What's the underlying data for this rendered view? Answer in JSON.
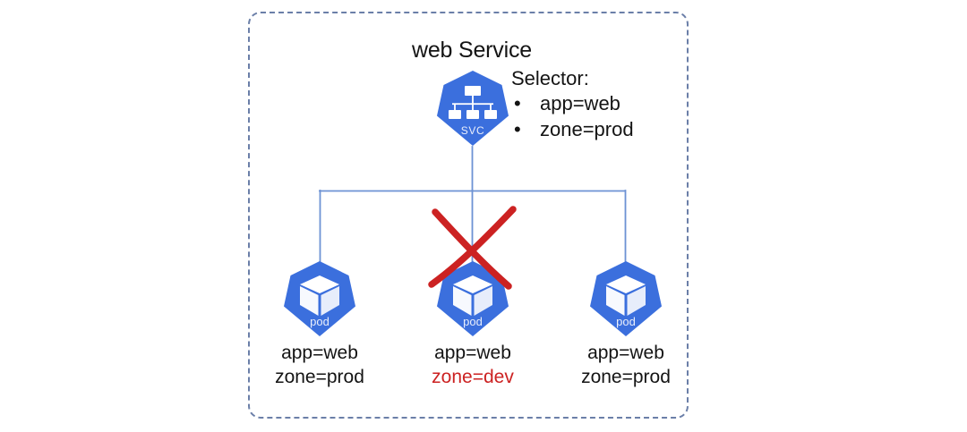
{
  "diagram": {
    "title": "web Service",
    "frame": {
      "style": "dashed-rounded-rectangle",
      "border_color": "#6b7fa8"
    },
    "accent_color": "#3b6fdd",
    "error_color": "#cc2222",
    "text_color": "#141414"
  },
  "service": {
    "icon_label": "SVC",
    "icon_name": "kubernetes-service-icon",
    "title": "web Service",
    "selector": {
      "heading": "Selector:",
      "items": [
        {
          "bullet": "•",
          "label": "app=web"
        },
        {
          "bullet": "•",
          "label": "zone=prod"
        }
      ]
    }
  },
  "pods": [
    {
      "icon_label": "pod",
      "icon_name": "kubernetes-pod-icon",
      "app_label": "app=web",
      "zone_label": "zone=prod",
      "matches_selector": true,
      "crossed_out": false
    },
    {
      "icon_label": "pod",
      "icon_name": "kubernetes-pod-icon",
      "app_label": "app=web",
      "zone_label": "zone=dev",
      "matches_selector": false,
      "crossed_out": true
    },
    {
      "icon_label": "pod",
      "icon_name": "kubernetes-pod-icon",
      "app_label": "app=web",
      "zone_label": "zone=prod",
      "matches_selector": true,
      "crossed_out": false
    }
  ]
}
